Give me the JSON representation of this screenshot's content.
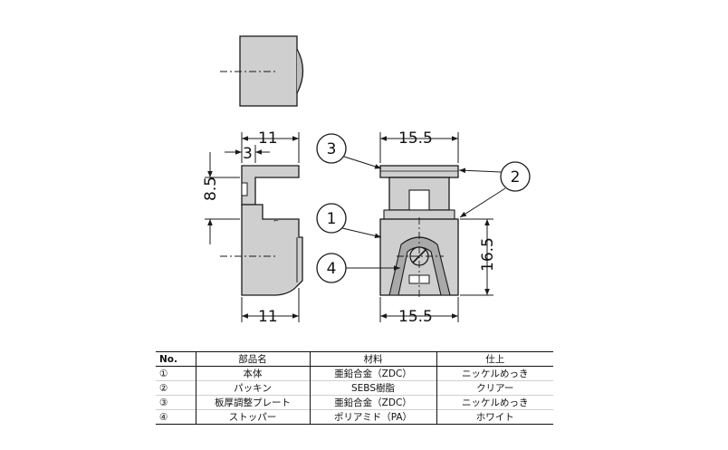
{
  "colors": {
    "line": "#1a1a1a",
    "part_fill": "#cfcfcf",
    "part_fill_dark": "#a9a9a9",
    "cutout_fill": "#ffffff"
  },
  "dimensions": {
    "side_top_width": "11",
    "side_top_lip": "3",
    "side_gap_height": "8.5",
    "side_bottom_width": "11",
    "front_top_width": "15.5",
    "front_height": "16.5",
    "front_bottom_width": "15.5"
  },
  "callouts": {
    "c1": "1",
    "c2": "2",
    "c3": "3",
    "c4": "4"
  },
  "table": {
    "headers": [
      "No.",
      "部品名",
      "材料",
      "仕上"
    ],
    "rows": [
      {
        "no": "①",
        "part": "本体",
        "material": "亜鉛合金（ZDC）",
        "finish": "ニッケルめっき"
      },
      {
        "no": "②",
        "part": "パッキン",
        "material": "SEBS樹脂",
        "finish": "クリアー"
      },
      {
        "no": "③",
        "part": "板厚調整プレート",
        "material": "亜鉛合金（ZDC）",
        "finish": "ニッケルめっき"
      },
      {
        "no": "④",
        "part": "ストッパー",
        "material": "ポリアミド（PA）",
        "finish": "ホワイト"
      }
    ]
  }
}
